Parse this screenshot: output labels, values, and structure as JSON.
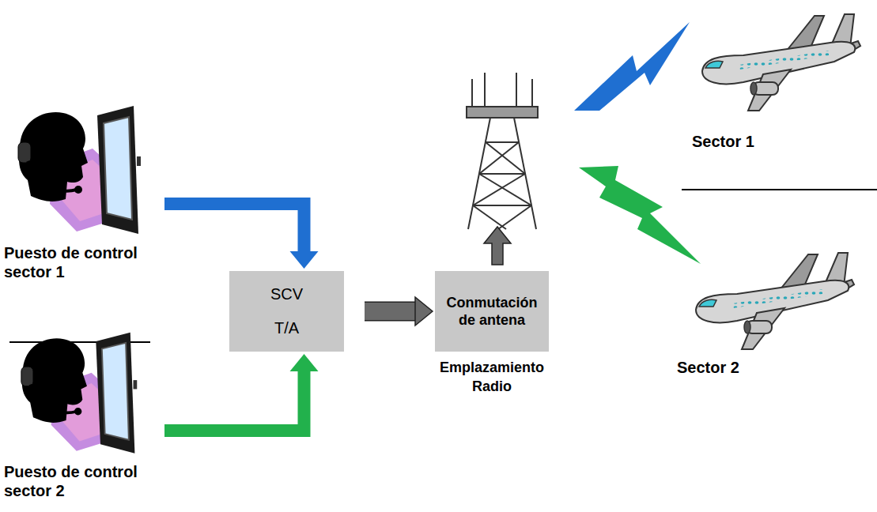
{
  "diagram": {
    "nodes": [
      {
        "text": [
          "Puesto de control sector 1"
        ]
      },
      {
        "text": [
          "Puesto de control sector 2"
        ]
      },
      {
        "text": [
          "SCV",
          "T/A"
        ]
      },
      {
        "text": [
          "Conmutación de antena",
          "Emplazamiento Radio"
        ]
      }
    ],
    "edges": [
      {
        "from": 0,
        "to": 2,
        "arrow": "to"
      },
      {
        "from": 1,
        "to": 2,
        "arrow": "to"
      },
      {
        "from": 2,
        "to": 3,
        "arrow": "to"
      }
    ],
    "labels": [
      "Sector 1",
      "Sector 2"
    ]
  }
}
